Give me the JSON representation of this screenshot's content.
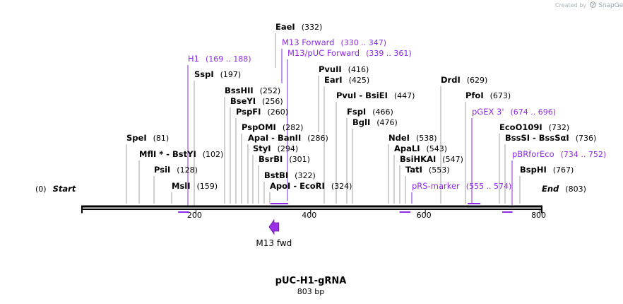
{
  "credit": {
    "created_by": "Created by",
    "brand": "SnapGene",
    "icon": "snapgene-logo-icon"
  },
  "sequence": {
    "name": "pUC-H1-gRNA",
    "length_label": "803 bp",
    "length": 803,
    "start_label": "Start",
    "start_position": "(0)",
    "end_label": "End",
    "end_position": "(803)"
  },
  "colors": {
    "enzyme": "#000000",
    "feature": "#8a2be2",
    "tick_line": "#888888",
    "backbone": "#000000",
    "primer_arrow": "#9a30e8"
  },
  "ruler": {
    "ticks": [
      {
        "label": "200",
        "value": 200
      },
      {
        "label": "400",
        "value": 400
      },
      {
        "label": "600",
        "value": 600
      },
      {
        "label": "800",
        "value": 800
      }
    ]
  },
  "enzymes": [
    {
      "name": "EaeI",
      "pos": "(332)",
      "site": 332
    },
    {
      "name": "PvuII",
      "pos": "(416)",
      "site": 416
    },
    {
      "name": "DrdI",
      "pos": "(629)",
      "site": 629
    },
    {
      "name": "SspI",
      "pos": "(197)",
      "site": 197
    },
    {
      "name": "EarI",
      "pos": "(425)",
      "site": 425
    },
    {
      "name": "BssHII",
      "pos": "(252)",
      "site": 252
    },
    {
      "name": "PvuI - BsiEI",
      "pos": "(447)",
      "site": 447
    },
    {
      "name": "PfoI",
      "pos": "(673)",
      "site": 673
    },
    {
      "name": "BseYI",
      "pos": "(256)",
      "site": 256
    },
    {
      "name": "PspFI",
      "pos": "(260)",
      "site": 260
    },
    {
      "name": "FspI",
      "pos": "(466)",
      "site": 466
    },
    {
      "name": "BglI",
      "pos": "(476)",
      "site": 476
    },
    {
      "name": "PspOMI",
      "pos": "(282)",
      "site": 282
    },
    {
      "name": "EcoO109I",
      "pos": "(732)",
      "site": 732
    },
    {
      "name": "SpeI",
      "pos": "(81)",
      "site": 81
    },
    {
      "name": "ApaI - BanII",
      "pos": "(286)",
      "site": 286
    },
    {
      "name": "NdeI",
      "pos": "(538)",
      "site": 538
    },
    {
      "name": "BssSI - BssSαI",
      "pos": "(736)",
      "site": 736
    },
    {
      "name": "StyI",
      "pos": "(294)",
      "site": 294
    },
    {
      "name": "ApaLI",
      "pos": "(543)",
      "site": 543
    },
    {
      "name": "MflI * - BstYI",
      "pos": "(102)",
      "site": 102
    },
    {
      "name": "BsrBI",
      "pos": "(301)",
      "site": 301
    },
    {
      "name": "BsiHKAI",
      "pos": "(547)",
      "site": 547
    },
    {
      "name": "PsiI",
      "pos": "(128)",
      "site": 128
    },
    {
      "name": "TatI",
      "pos": "(553)",
      "site": 553
    },
    {
      "name": "BspHI",
      "pos": "(767)",
      "site": 767
    },
    {
      "name": "BstBI",
      "pos": "(322)",
      "site": 322
    },
    {
      "name": "MslI",
      "pos": "(159)",
      "site": 159
    },
    {
      "name": "ApoI - EcoRI",
      "pos": "(324)",
      "site": 324
    }
  ],
  "features": [
    {
      "name": "M13 Forward",
      "range": "(330 .. 347)",
      "start": 330,
      "end": 347,
      "strand": "top"
    },
    {
      "name": "M13/pUC Forward",
      "range": "(339 .. 361)",
      "start": 339,
      "end": 361,
      "strand": "top"
    },
    {
      "name": "H1",
      "range": "(169 .. 188)",
      "start": 169,
      "end": 188,
      "strand": "bottom"
    },
    {
      "name": "pGEX 3'",
      "range": "(674 .. 696)",
      "start": 674,
      "end": 696,
      "strand": "top"
    },
    {
      "name": "pBRforEco",
      "range": "(734 .. 752)",
      "start": 734,
      "end": 752,
      "strand": "bottom"
    },
    {
      "name": "pRS-marker",
      "range": "(555 .. 574)",
      "start": 555,
      "end": 574,
      "strand": "bottom"
    }
  ],
  "primer": {
    "label": "M13 fwd",
    "direction": "reverse"
  }
}
